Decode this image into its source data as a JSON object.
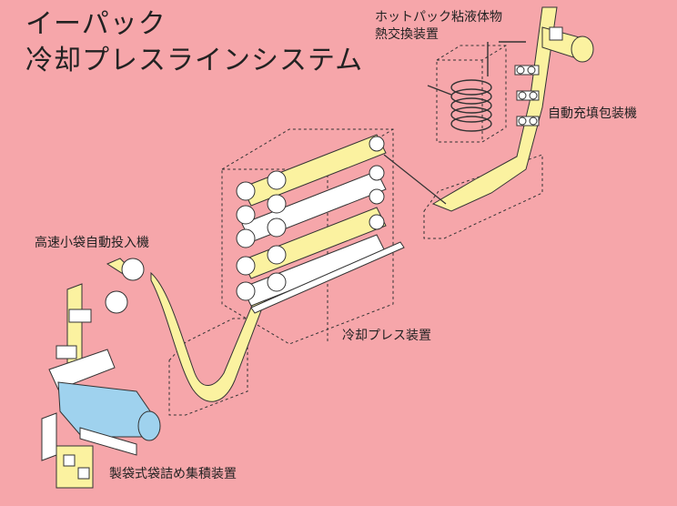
{
  "title": {
    "line1": "イーパック",
    "line2": "冷却プレスラインシステム"
  },
  "labels": {
    "hotpack_line1": "ホットパック粘液体物",
    "hotpack_line2": "熱交換装置",
    "filler": "自動充填包装機",
    "feeder": "高速小袋自動投入機",
    "press": "冷却プレス装置",
    "packer": "製袋式袋詰め集積装置"
  },
  "colors": {
    "background": "#f6a6aa",
    "film": "#fbf2a0",
    "roller": "#ffffff",
    "product": "#9fd2ee",
    "line": "#333333"
  }
}
